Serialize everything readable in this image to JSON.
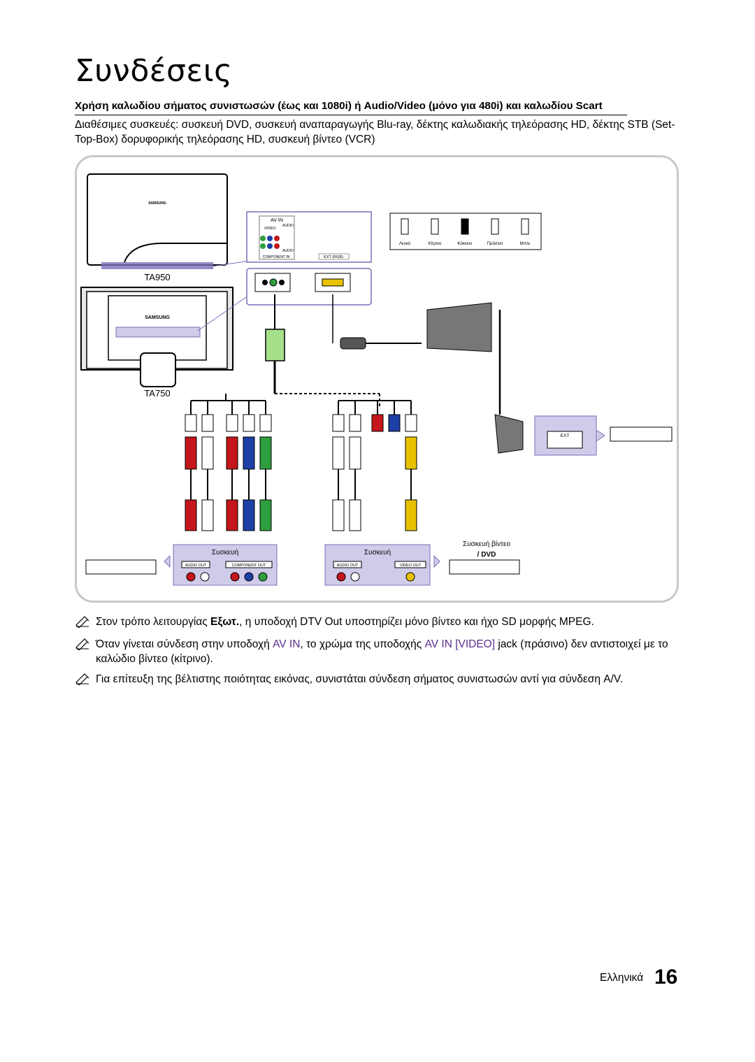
{
  "page": {
    "title": "Συνδέσεις",
    "subheading": "Χρήση καλωδίου σήματος συνιστωσών (έως και 1080i) ή Audio/Video (μόνο για 480i) και καλωδίου Scart",
    "intro": "Διαθέσιμες συσκευές: συσκευή DVD, συσκευή αναπαραγωγής Blu-ray, δέκτης καλωδιακής τηλεόρασης HD, δέκτης STB (Set-Top-Box) δορυφορικής τηλεόρασης HD, συσκευή βίντεο (VCR)"
  },
  "diagram": {
    "monitor_top_label": "TA950",
    "monitor_bottom_label": "TA750",
    "monitor_brand": "SAMSUNG",
    "av_in_label": "AV IN",
    "video_label": "VIDEO",
    "audio_label": "AUDIO",
    "audio_label2": "AUDIO",
    "component_in_label": "COMPONENT IN",
    "ext_rgb_label": "EXT (RGB)",
    "colors_legend": [
      "Λευκό",
      "Κίτρινο",
      "Κόκκινο",
      "Πράσινο",
      "Μπλε"
    ],
    "ext_label": "EXT",
    "device_left_label": "Συσκευή",
    "device_mid_label": "Συσκευή",
    "device_right_label_line1": "Συσκευή βίντεο",
    "device_right_label_line2": "/ DVD",
    "audio_out_label": "AUDIO OUT",
    "component_out_label": "COMPONENT OUT",
    "audio_out_label2": "AUDIO OUT",
    "video_out_label": "VIDEO OUT",
    "colors": {
      "red": "#c4161c",
      "white": "#ffffff",
      "green": "#2e9e3e",
      "blue": "#1d3fa6",
      "yellow": "#e8c200",
      "panel": "#cfcbe9",
      "outline": "#7a6fb8"
    }
  },
  "notes": [
    {
      "before": "Στον τρόπο λειτουργίας ",
      "bold": "Εξωτ.",
      "after": ", η υποδοχή DTV Out υποστηρίζει μόνο βίντεο και ήχο SD μορφής MPEG."
    },
    {
      "before": "Όταν γίνεται σύνδεση στην υποδοχή ",
      "hl1": "AV IN",
      "middle": ", το χρώμα της υποδοχής ",
      "hl2": "AV IN [VIDEO]",
      "after": " jack (πράσινο) δεν αντιστοιχεί με το καλώδιο βίντεο (κίτρινο)."
    },
    {
      "text": "Για επίτευξη της βέλτιστης ποιότητας εικόνας, συνιστάται σύνδεση σήματος συνιστωσών αντί για σύνδεση A/V."
    }
  ],
  "footer": {
    "language": "Ελληνικά",
    "page_number": "16"
  }
}
